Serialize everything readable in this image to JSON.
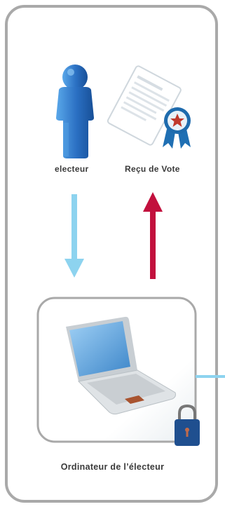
{
  "labels": {
    "voter": "electeur",
    "receipt": "Reçu de Vote",
    "computer": "Ordinateur de l’électeur"
  },
  "icons": {
    "voter": "person-icon",
    "receipt": "certificate-icon",
    "computer": "laptop-icon",
    "lock": "padlock-icon"
  },
  "colors": {
    "frame": "#a9a9a9",
    "arrow_down": "#8dd3ef",
    "arrow_up": "#c2103d",
    "person": "#2e74c4",
    "connector": "#8dd3ef"
  }
}
